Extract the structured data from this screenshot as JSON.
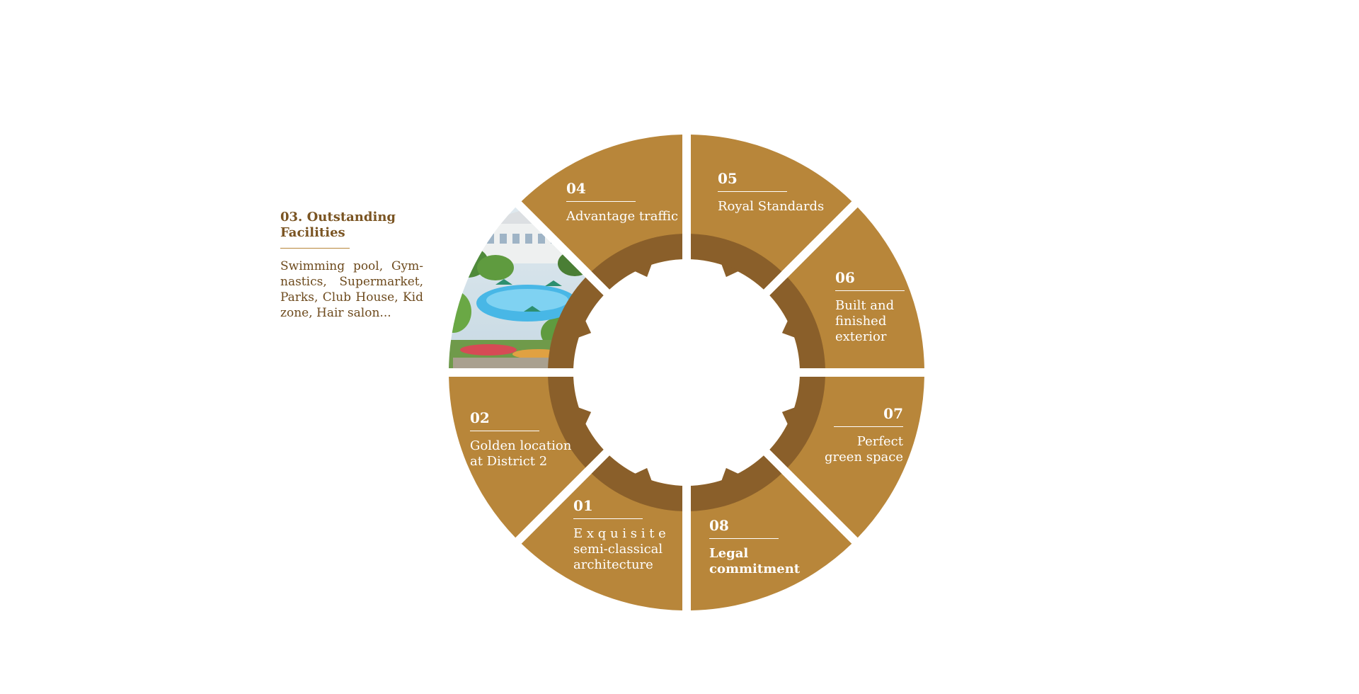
{
  "colors": {
    "segment": "#b8863a",
    "ring": "#8a5f2a",
    "detail_text": "#6d4a1d",
    "gap": "#ffffff"
  },
  "segments": [
    {
      "num": "01",
      "title": "E x q u i s i t e semi-classical architecture"
    },
    {
      "num": "02",
      "title": "Golden location at District 2"
    },
    {
      "num": "03",
      "title": "Outstanding Facilities",
      "active": true
    },
    {
      "num": "04",
      "title": "Advantage traffic"
    },
    {
      "num": "05",
      "title": "Royal Standards"
    },
    {
      "num": "06",
      "title": "Built and finished exterior"
    },
    {
      "num": "07",
      "title": "Perfect green space"
    },
    {
      "num": "08",
      "title": "Legal commitment"
    }
  ],
  "detail": {
    "num": "03.",
    "title": "Outstanding Facilities",
    "body": "Swimming pool, Gym-nastics, Supermarket, Parks, Club House, Kid zone, Hair salon..."
  }
}
